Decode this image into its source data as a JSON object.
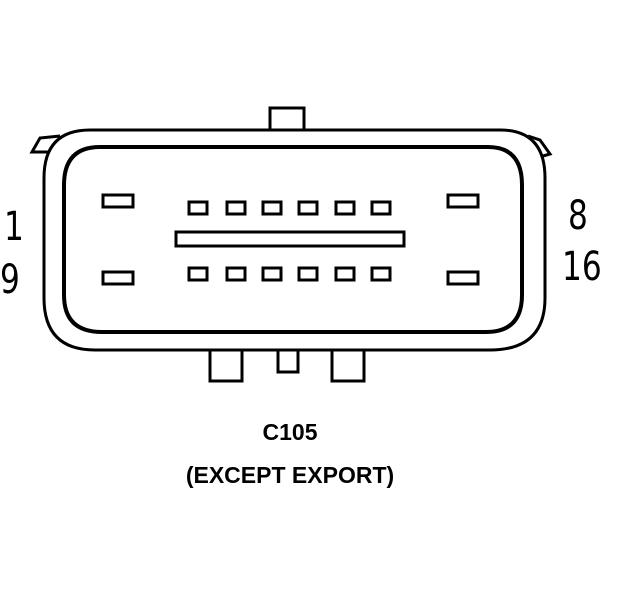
{
  "connector": {
    "name": "C105",
    "subtitle": "(EXCEPT EXPORT)"
  },
  "pin_labels": {
    "top_left": "1",
    "bottom_left": "9",
    "top_right": "8",
    "bottom_right": "16"
  },
  "colors": {
    "line": "#000000",
    "background": "#ffffff"
  }
}
